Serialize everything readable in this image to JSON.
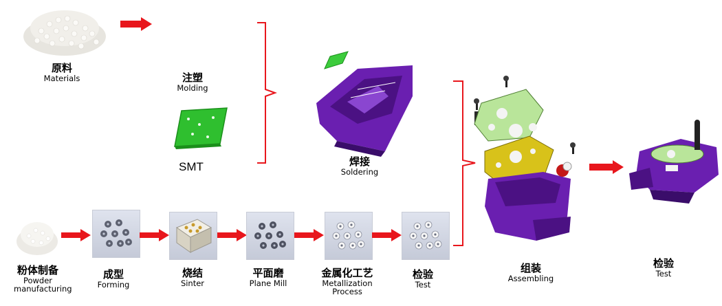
{
  "top": {
    "materials": {
      "cn": "原料",
      "en": "Materials"
    },
    "molding": {
      "cn": "注塑",
      "en": "Molding"
    },
    "smt": {
      "label": "SMT"
    },
    "soldering": {
      "cn": "焊接",
      "en": "Soldering"
    }
  },
  "process_steps": [
    {
      "cn": "粉体制备",
      "en": "Powder manufacturing"
    },
    {
      "cn": "成型",
      "en": "Forming"
    },
    {
      "cn": "烧结",
      "en": "Sinter"
    },
    {
      "cn": "平面磨",
      "en": "Plane Mill"
    },
    {
      "cn": "金属化工艺",
      "en": "Metallization Process"
    },
    {
      "cn": "检验",
      "en": "Test"
    }
  ],
  "assembly": {
    "cn": "组装",
    "en": "Assembling"
  },
  "final_test": {
    "cn": "检验",
    "en": "Test"
  },
  "colors": {
    "arrow": "#e8161c",
    "bracket": "#e8161c",
    "housing": "#6a1fb0",
    "pcb_green": "#2fbf2f",
    "plate_yellow": "#d8c21a",
    "plate_light": "#b9e59a"
  }
}
